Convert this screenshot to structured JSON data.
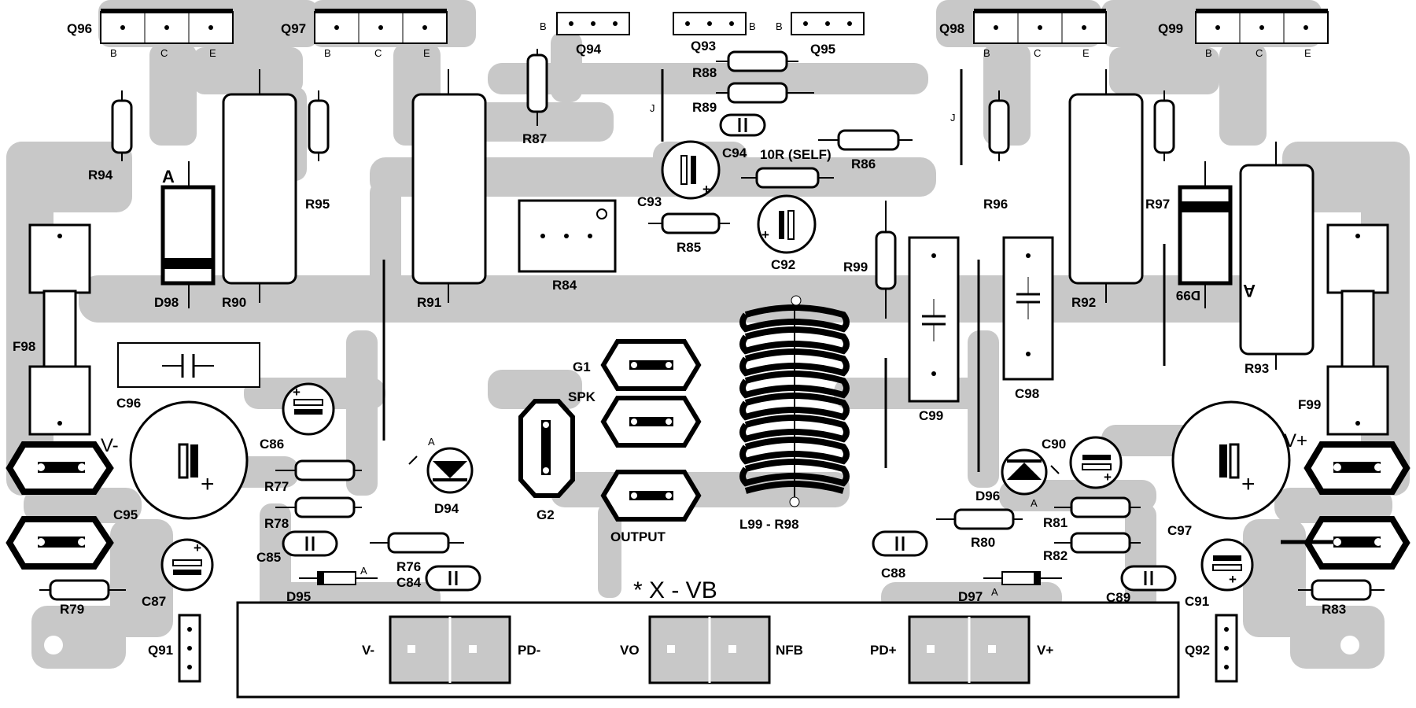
{
  "colors": {
    "copper": "#c8c8c8",
    "ink": "#000000",
    "board": "#ffffff"
  },
  "labels": {
    "Q96": "Q96",
    "Q97": "Q97",
    "Q98": "Q98",
    "Q99": "Q99",
    "Q94": "Q94",
    "Q93": "Q93",
    "Q95": "Q95",
    "Q91": "Q91",
    "Q92": "Q92",
    "R94": "R94",
    "R95": "R95",
    "R96": "R96",
    "R97": "R97",
    "R87": "R87",
    "R88": "R88",
    "R89": "R89",
    "R86": "R86",
    "R85": "R85",
    "R84": "R84",
    "R90": "R90",
    "R91": "R91",
    "R92": "R92",
    "R93": "R93",
    "R99": "R99",
    "R77": "R77",
    "R78": "R78",
    "R76": "R76",
    "R79": "R79",
    "R80": "R80",
    "R81": "R81",
    "R82": "R82",
    "R83": "R83",
    "C93": "C93",
    "C94": "C94",
    "C92": "C92",
    "C96": "C96",
    "C86": "C86",
    "C95": "C95",
    "C85": "C85",
    "C87": "C87",
    "C84": "C84",
    "C88": "C88",
    "C89": "C89",
    "C90": "C90",
    "C91": "C91",
    "C97": "C97",
    "C98": "C98",
    "C99": "C99",
    "D98": "D98",
    "D99": "D99",
    "D94": "D94",
    "D95": "D95",
    "D96": "D96",
    "D97": "D97",
    "F98": "F98",
    "F99": "F99",
    "G1": "G1",
    "G2": "G2",
    "SPK": "SPK",
    "OUTPUT": "OUTPUT",
    "L99": "L99 - R98",
    "tenR": "10R (SELF)",
    "Vminus": "V-",
    "Vplus": "V+",
    "XVB": "* X - VB",
    "pin_b": "B",
    "pin_c": "C",
    "pin_e": "E",
    "A": "A",
    "J": "J",
    "plus": "+",
    "conn_vminus": "V-",
    "conn_pdminus": "PD-",
    "conn_vo": "VO",
    "conn_nfb": "NFB",
    "conn_pdplus": "PD+",
    "conn_vplus": "V+"
  }
}
